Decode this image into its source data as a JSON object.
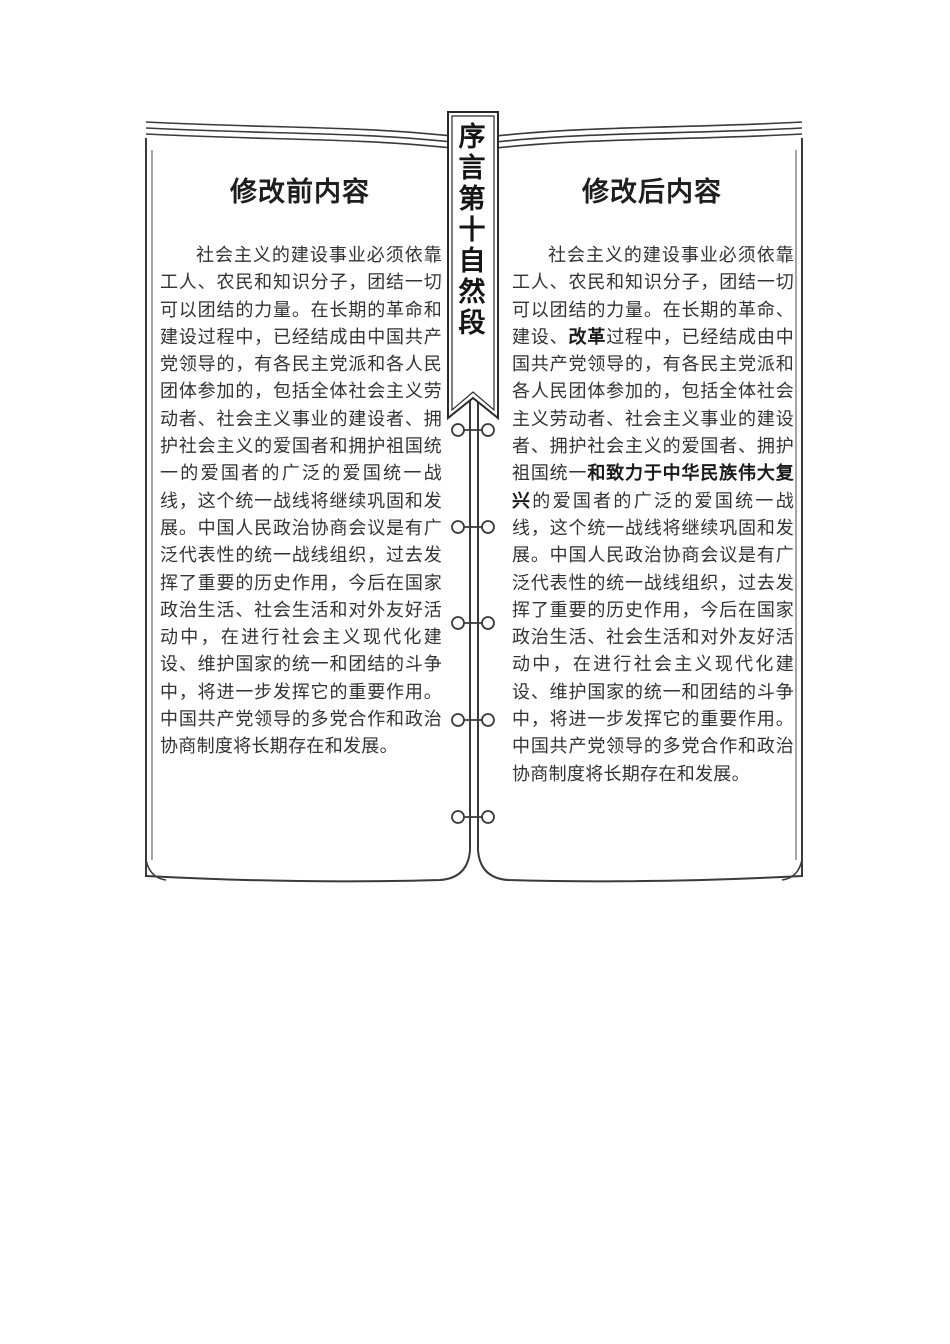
{
  "section_title": "序言第十自然段",
  "left_page": {
    "heading": "修改前内容",
    "segments": [
      {
        "text": "社会主义的建设事业必须依靠工人、农民和知识分子，团结一切可以团结的力量。在长期的革命和建设过程中，已经结成由中国共产党领导的，有各民主党派和各人民团体参加的，包括全体社会主义劳动者、社会主义事业的建设者、拥护社会主义的爱国者和拥护祖国统一的爱国者的广泛的爱国统一战线，这个统一战线将继续巩固和发展。中国人民政治协商会议是有广泛代表性的统一战线组织，过去发挥了重要的历史作用，今后在国家政治生活、社会生活和对外友好活动中，在进行社会主义现代化建设、维护国家的统一和团结的斗争中，将进一步发挥它的重要作用。中国共产党领导的多党合作和政治协商制度将长期存在和发展。",
        "bold": false
      }
    ]
  },
  "right_page": {
    "heading": "修改后内容",
    "segments": [
      {
        "text": "社会主义的建设事业必须依靠工人、农民和知识分子，团结一切可以团结的力量。在长期的革命、建设、",
        "bold": false
      },
      {
        "text": "改革",
        "bold": true
      },
      {
        "text": "过程中，已经结成由中国共产党领导的，有各民主党派和各人民团体参加的，包括全体社会主义劳动者、社会主义事业的建设者、拥护社会主义的爱国者、拥护祖国统一",
        "bold": false
      },
      {
        "text": "和致力于中华民族伟大复兴",
        "bold": true
      },
      {
        "text": "的爱国者的广泛的爱国统一战线，这个统一战线将继续巩固和发展。中国人民政治协商会议是有广泛代表性的统一战线组织，过去发挥了重要的历史作用，今后在国家政治生活、社会生活和对外友好活动中，在进行社会主义现代化建设、维护国家的统一和团结的斗争中，将进一步发挥它的重要作用。中国共产党领导的多党合作和政治协商制度将长期存在和发展。",
        "bold": false
      }
    ]
  }
}
